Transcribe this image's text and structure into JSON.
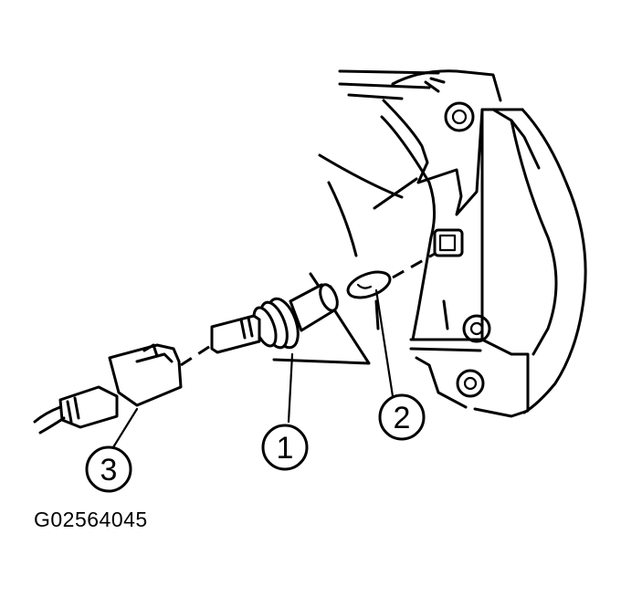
{
  "figure_id": "G02564045",
  "callouts": [
    {
      "label": "1"
    },
    {
      "label": "2"
    },
    {
      "label": "3"
    }
  ]
}
